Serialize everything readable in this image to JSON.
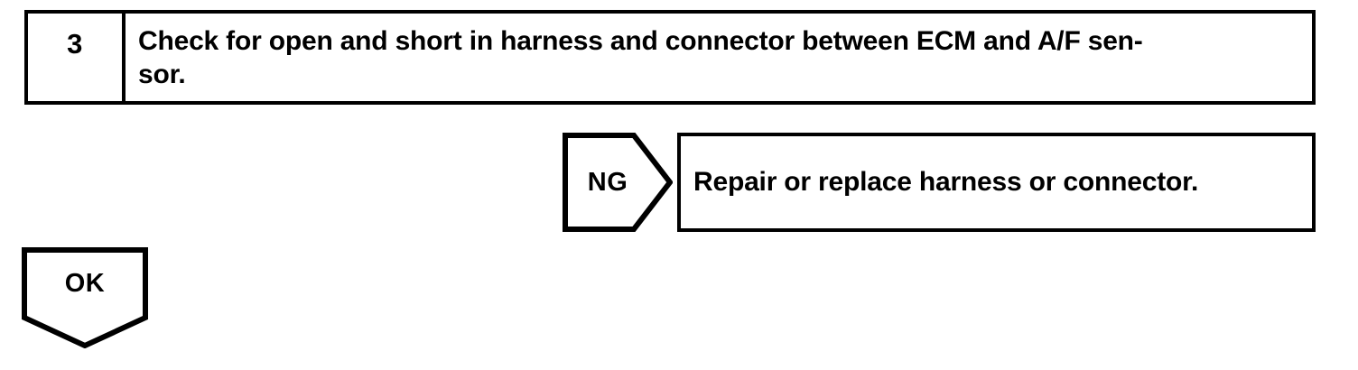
{
  "diagram": {
    "type": "diagnostic-flowchart",
    "colors": {
      "ink": "#000000",
      "background": "#ffffff"
    },
    "step": {
      "number": "3",
      "instruction": "Check for open and short in harness and connector between ECM and A/F sen-\nsor."
    },
    "branches": [
      {
        "label": "NG",
        "direction": "right",
        "result": "Repair or replace harness or connector."
      },
      {
        "label": "OK",
        "direction": "down",
        "result": ""
      }
    ]
  }
}
